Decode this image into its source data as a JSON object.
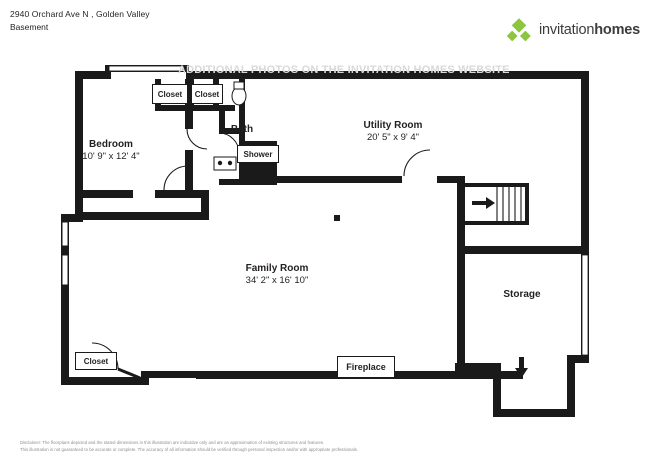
{
  "header": {
    "address": "2940 Orchard Ave N , Golden Valley",
    "floor": "Basement"
  },
  "logo": {
    "text_light": "invitation",
    "text_bold": "homes",
    "mark_color": "#8cc63f",
    "mark_name": "invitation-homes-diamond-logo"
  },
  "watermark": {
    "text": "ADDITIONAL PHOTOS ON THE INVITATION HOMES WEBSITE"
  },
  "rooms": [
    {
      "id": "bedroom",
      "name": "Bedroom",
      "dimensions": "10' 9\" x 12' 4\""
    },
    {
      "id": "utility_room",
      "name": "Utility Room",
      "dimensions": "20' 5\" x 9' 4\""
    },
    {
      "id": "family_room",
      "name": "Family Room",
      "dimensions": "34' 2\" x 16' 10\""
    },
    {
      "id": "storage",
      "name": "Storage",
      "dimensions": ""
    },
    {
      "id": "bath",
      "name": "Bath",
      "dimensions": ""
    }
  ],
  "tags": [
    {
      "id": "closet_1",
      "label": "Closet"
    },
    {
      "id": "closet_2",
      "label": "Closet"
    },
    {
      "id": "shower",
      "label": "Shower"
    },
    {
      "id": "closet_3",
      "label": "Closet"
    },
    {
      "id": "fireplace",
      "label": "Fireplace"
    }
  ],
  "footer": {
    "line1": "Disclaimer: The floorplans depicted and the stated dimensions in this illustration are indicative only and are an approximation of existing structures and features.",
    "line2": "This illustration is not guaranteed to be accurate or complete. The accuracy of all information should be verified through personal inspection and/or with appropriate professionals."
  },
  "colors": {
    "wall": "#1a1a1a",
    "text": "#231f20",
    "watermark": "#d9d9d9",
    "accent": "#8cc63f"
  }
}
